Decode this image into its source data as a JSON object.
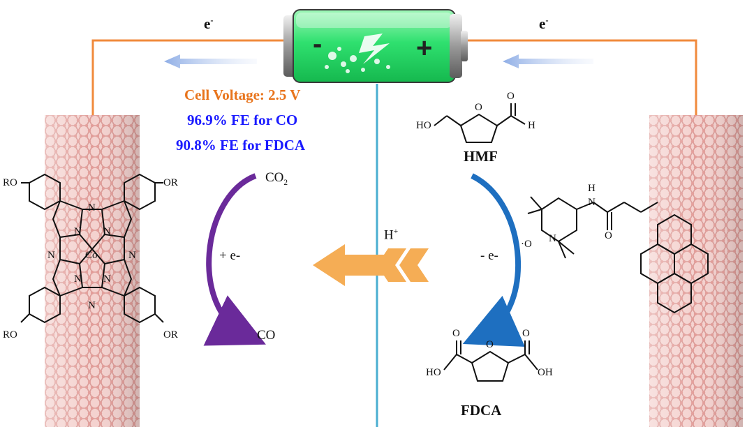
{
  "electron_left": "e",
  "electron_right": "e",
  "electron_superscript": "-",
  "battery": {
    "minus": "-",
    "plus": "+"
  },
  "cell_voltage": "Cell Voltage: 2.5 V",
  "fe_co": "96.9% FE for CO",
  "fe_fdca": "90.8% FE for FDCA",
  "co2_label": "CO",
  "co2_subscript": "2",
  "co_label": "CO",
  "reduction_label": "+ e-",
  "oxidation_label": "- e-",
  "proton_label": "H",
  "proton_superscript": "+",
  "hmf_name": "HMF",
  "fdca_name": "FDCA",
  "hmf_ho": "HO",
  "hmf_h": "H",
  "fdca_ho_left": "HO",
  "fdca_oh_right": "OH",
  "atom_o": "O",
  "atom_n": "N",
  "atom_h": "H",
  "atom_co": "Co",
  "ro_top_left": "RO",
  "or_top_right": "OR",
  "ro_bottom_left": "RO",
  "or_bottom_right": "OR",
  "tempo_radical": "·O",
  "colors": {
    "wire": "#f08a3c",
    "voltage_text": "#e8741c",
    "fe_text": "#1a1aff",
    "membrane": "#4aaed0",
    "cathode_arrow": "#6a2a9a",
    "anode_arrow": "#1e6fc0",
    "proton_arrow": "#f5ad55",
    "nanotube": "#e8a8a4",
    "battery_green": "#35e07a"
  }
}
